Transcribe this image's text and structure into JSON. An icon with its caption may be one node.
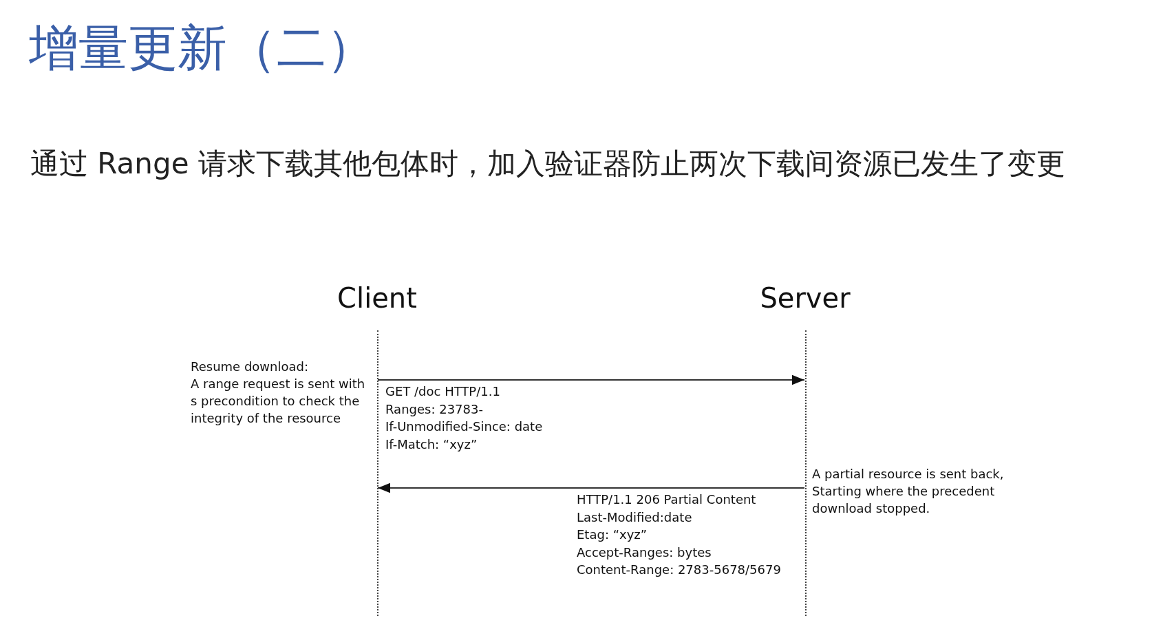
{
  "diagram": {
    "title": "增量更新（二）",
    "nodes": [
      {
        "text": [
          "Client"
        ]
      },
      {
        "text": [
          "Server"
        ]
      }
    ],
    "edges": [
      {
        "from": 0,
        "to": 1,
        "arrow": "to",
        "label": "GET   /doc   HTTP/1.1\nRanges:   23783-\nIf-Unmodified-Since:  date\nIf-Match:    “xyz”"
      },
      {
        "from": 1,
        "to": 0,
        "arrow": "to",
        "label": "HTTP/1.1   206  Partial  Content\nLast-Modified:date\nEtag:    “xyz”\nAccept-Ranges: bytes\nContent-Range:   2783-5678/5679"
      }
    ],
    "labels": [
      "通过 Range 请求下载其他包体时，加入验证器防止两次下载间资源已发生了变更",
      "Resume download:",
      "A range request is sent with s precondition to check the integrity of the resource",
      "A partial resource is sent back, Starting where the precedent download stopped."
    ]
  }
}
